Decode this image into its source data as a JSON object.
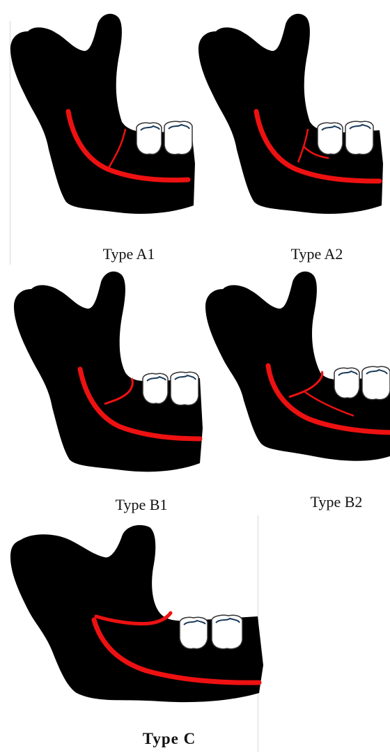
{
  "colors": {
    "background": "#ffffff",
    "jaw": "#000000",
    "canal": "#ee1111",
    "tooth": "#ffffff",
    "tooth_outline": "#333333",
    "occlusal_line": "#1a3a5a"
  },
  "panels": [
    {
      "id": "A1",
      "label": "Type A1",
      "branch": "to-ridge"
    },
    {
      "id": "A2",
      "label": "Type A2",
      "branch": "to-ridge-with-forward-spur"
    },
    {
      "id": "B1",
      "label": "Type B1",
      "branch": "curved-to-ridge"
    },
    {
      "id": "B2",
      "label": "Type B2",
      "branch": "curved-to-ridge-with-accessory"
    },
    {
      "id": "C",
      "label": "Type C",
      "branch": "parallel-forward-canal"
    }
  ]
}
